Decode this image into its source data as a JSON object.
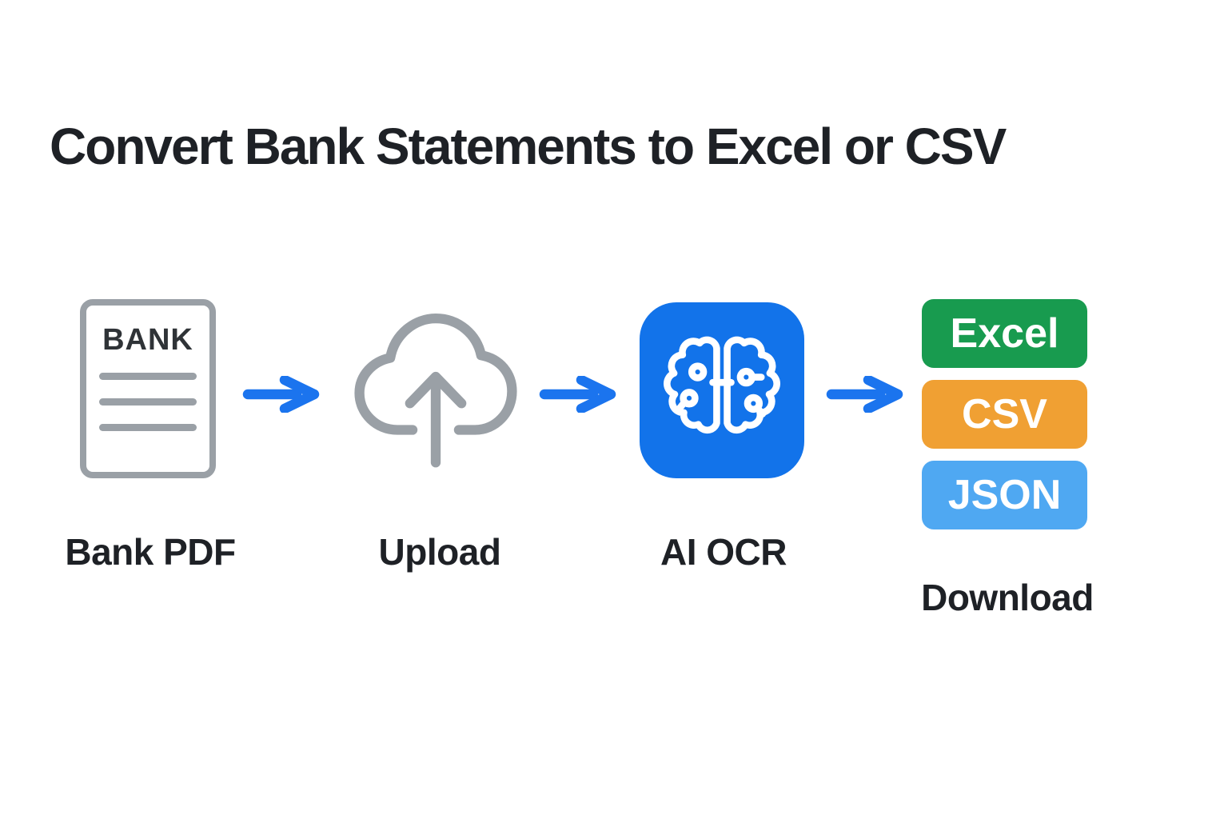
{
  "title": "Convert Bank Statements to Excel or CSV",
  "diagram": {
    "steps": [
      {
        "label": "Bank PDF",
        "icon": "bank-document-icon",
        "document_text": "BANK"
      },
      {
        "label": "Upload",
        "icon": "cloud-upload-icon"
      },
      {
        "label": "AI OCR",
        "icon": "brain-icon"
      },
      {
        "label": "Download",
        "icon": "format-badges",
        "formats": [
          {
            "label": "Excel",
            "color": "#189b4f"
          },
          {
            "label": "CSV",
            "color": "#f0a033"
          },
          {
            "label": "JSON",
            "color": "#4fa8f2"
          }
        ]
      }
    ],
    "arrow_icon": "arrow-right-icon",
    "flow_direction": "left-to-right"
  },
  "colors": {
    "ink": "#1e2126",
    "icon-gray": "#9aa0a6",
    "doc-text": "#2f3337",
    "arrow-blue": "#1b74ee",
    "brain-blue": "#1273ea",
    "excel-green": "#189b4f",
    "csv-orange": "#f0a033",
    "json-blue": "#4fa8f2"
  }
}
